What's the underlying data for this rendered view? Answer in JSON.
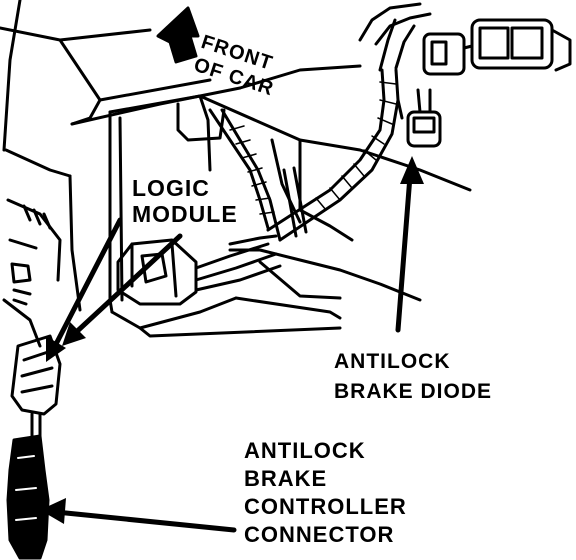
{
  "labels": {
    "front": [
      "FRONT",
      "OF CAR"
    ],
    "logic_module": [
      "LOGIC",
      "MODULE"
    ],
    "diode": [
      "ANTILOCK",
      "BRAKE DIODE"
    ],
    "controller": [
      "ANTILOCK",
      "BRAKE",
      "CONTROLLER",
      "CONNECTOR"
    ]
  },
  "colors": {
    "ink": "#000000",
    "paper": "#ffffff"
  }
}
